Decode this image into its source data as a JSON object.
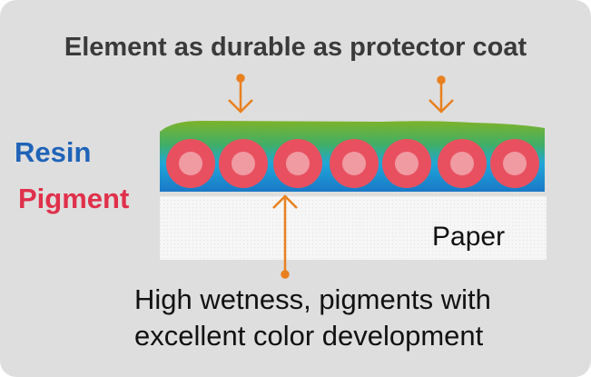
{
  "title": "Element as durable as protector coat",
  "labels": {
    "resin": "Resin",
    "pigment": "Pigment",
    "paper": "Paper"
  },
  "caption": {
    "line1": "High wetness, pigments with",
    "line2": "excellent color development"
  },
  "colors": {
    "arrow": "#e9801f",
    "pigment_outer": "#e8505f",
    "pigment_inner": "#f09aa2",
    "resin_top": "#7cb32a",
    "resin_bottom": "#1a8fd8"
  }
}
